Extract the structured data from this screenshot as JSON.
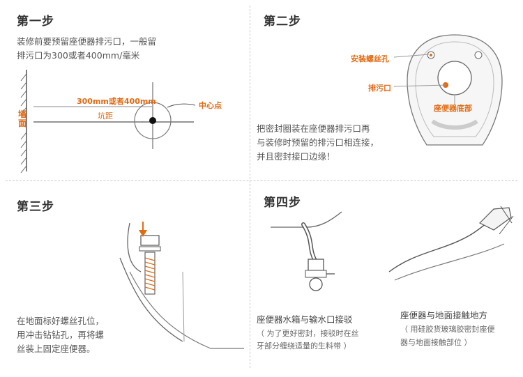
{
  "step1": {
    "title": "第一步",
    "desc_line1": "装修前要预留座便器排污口，一般留",
    "desc_line2": "排污口为300或者400mm/毫米",
    "label_distance": "300mm或者400mm",
    "label_pit": "坑距",
    "label_center": "中心点",
    "label_wall": "墙面"
  },
  "step2": {
    "title": "第二步",
    "label_screw_hole": "安装螺丝孔",
    "label_outlet": "排污口",
    "label_base": "座便器底部",
    "desc_line1": "把密封圈装在座便器排污口再",
    "desc_line2": "与装修时预留的排污口相连接，",
    "desc_line3": "并且密封接口边缘！"
  },
  "step3": {
    "title": "第三步",
    "desc_line1": "在地面标好螺丝孔位，",
    "desc_line2": "用冲击钻钻孔，再将螺",
    "desc_line3": "丝装上固定座便器。"
  },
  "step4": {
    "title": "第四步",
    "left_title": "座便器水箱与输水口接驳",
    "left_note_line1": "（ 为了更好密封，接驳时在丝",
    "left_note_line2": "牙部分缠绕适量的生料带 ）",
    "right_title": "座便器与地面接触地方",
    "right_note_line1": "（ 用硅胶货玻璃胶密封座便",
    "right_note_line2": "器与地面接触部位 ）"
  },
  "colors": {
    "accent": "#e26a12",
    "line": "#555555"
  }
}
